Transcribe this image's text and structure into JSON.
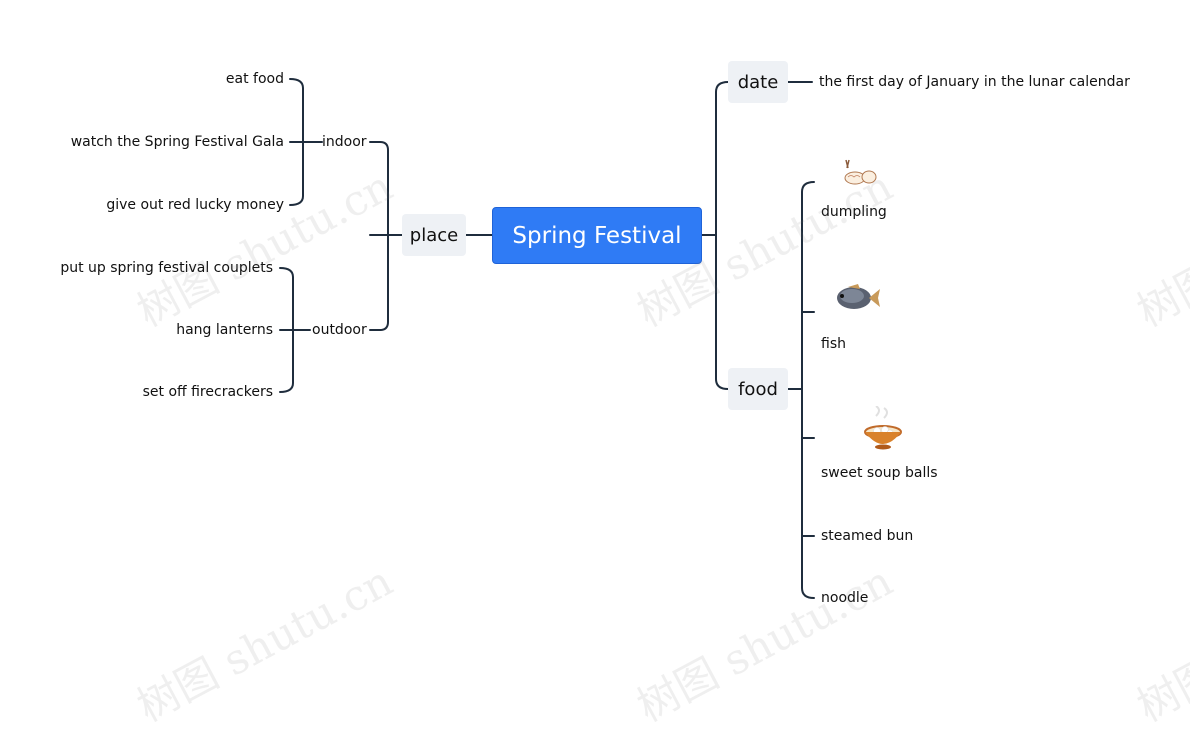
{
  "root": {
    "label": "Spring Festival"
  },
  "left": {
    "place": {
      "label": "place",
      "indoor": {
        "label": "indoor",
        "items": [
          "eat food",
          "watch the Spring Festival Gala",
          "give out red lucky money"
        ]
      },
      "outdoor": {
        "label": "outdoor",
        "items": [
          "put up spring festival couplets",
          "hang lanterns",
          "set off firecrackers"
        ]
      }
    }
  },
  "right": {
    "date": {
      "label": "date",
      "value": "the first day of January in the lunar calendar"
    },
    "food": {
      "label": "food",
      "items": [
        {
          "label": "dumpling",
          "icon": "dumpling-icon"
        },
        {
          "label": "fish",
          "icon": "fish-icon"
        },
        {
          "label": "sweet soup balls",
          "icon": "soup-bowl-icon"
        },
        {
          "label": "steamed bun"
        },
        {
          "label": "noodle"
        }
      ]
    }
  },
  "watermark": {
    "text": "树图 shutu.cn"
  },
  "colors": {
    "root_bg": "#2f7bf5",
    "node_bg": "#eef1f5",
    "connector": "#1f2d3d"
  }
}
